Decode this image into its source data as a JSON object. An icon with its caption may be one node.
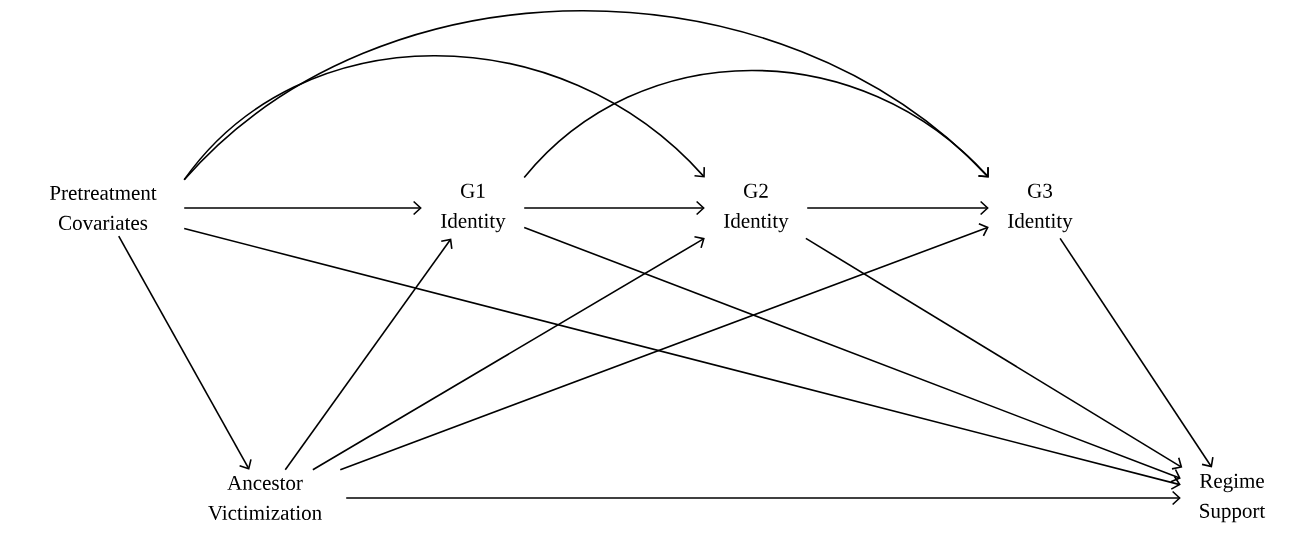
{
  "diagram": {
    "nodes": [
      {
        "text": [
          "Pretreatment Covariates"
        ]
      },
      {
        "text": [
          "G1 Identity"
        ]
      },
      {
        "text": [
          "G2 Identity"
        ]
      },
      {
        "text": [
          "G3 Identity"
        ]
      },
      {
        "text": [
          "Ancestor Victimization"
        ]
      },
      {
        "text": [
          "Regime Support"
        ]
      }
    ],
    "edges": [
      {
        "from": 0,
        "to": 1,
        "arrow": "to"
      },
      {
        "from": 1,
        "to": 2,
        "arrow": "to"
      },
      {
        "from": 2,
        "to": 3,
        "arrow": "to"
      },
      {
        "from": 0,
        "to": 2,
        "arrow": "to"
      },
      {
        "from": 0,
        "to": 3,
        "arrow": "to"
      },
      {
        "from": 1,
        "to": 3,
        "arrow": "to"
      },
      {
        "from": 0,
        "to": 4,
        "arrow": "to"
      },
      {
        "from": 0,
        "to": 5,
        "arrow": "to"
      },
      {
        "from": 1,
        "to": 5,
        "arrow": "to"
      },
      {
        "from": 2,
        "to": 5,
        "arrow": "to"
      },
      {
        "from": 3,
        "to": 5,
        "arrow": "to"
      },
      {
        "from": 4,
        "to": 1,
        "arrow": "to"
      },
      {
        "from": 4,
        "to": 2,
        "arrow": "to"
      },
      {
        "from": 4,
        "to": 3,
        "arrow": "to"
      },
      {
        "from": 4,
        "to": 5,
        "arrow": "to"
      }
    ]
  }
}
